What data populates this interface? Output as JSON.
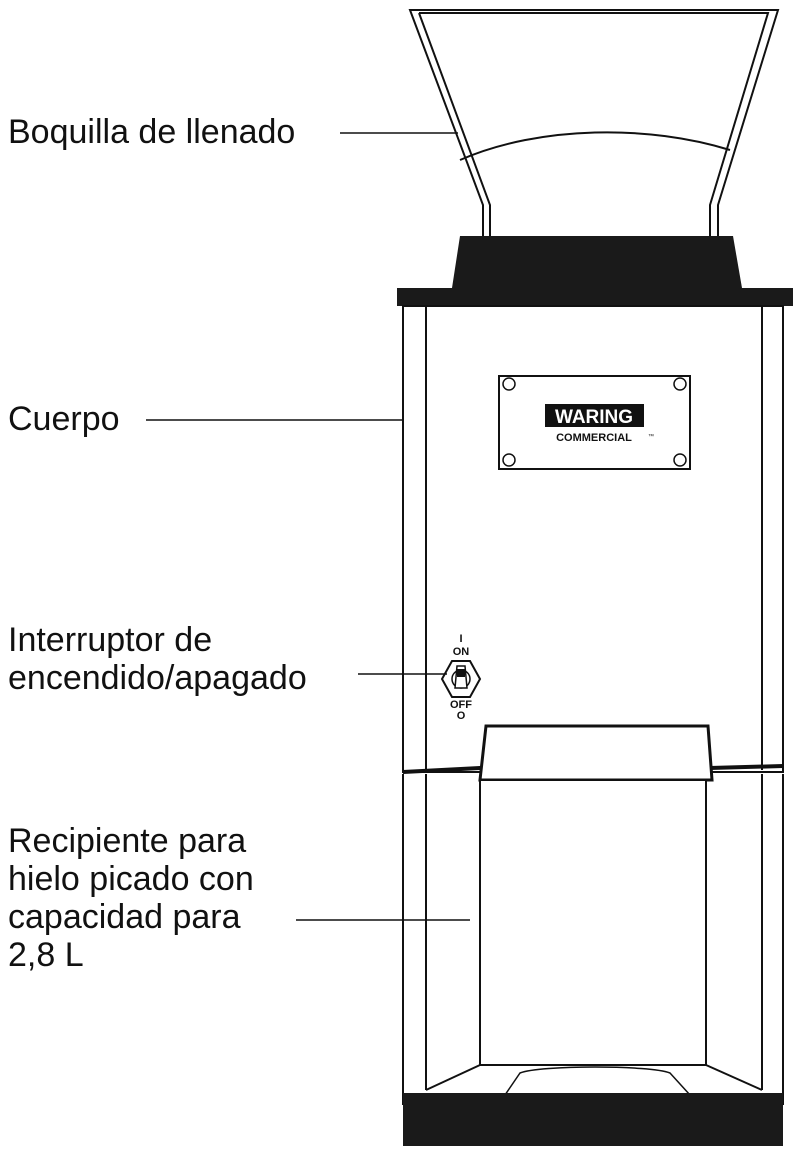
{
  "callouts": {
    "fill_spout": "Boquilla de llenado",
    "body": "Cuerpo",
    "power_switch": [
      "Interruptor de",
      "encendido/apagado"
    ],
    "ice_container": [
      "Recipiente para",
      "hielo picado con",
      "capacidad para",
      "2,8 L"
    ]
  },
  "logo": {
    "brand": "WARING",
    "subtitle": "COMMERCIAL",
    "trademark": "™"
  },
  "switch_labels": {
    "on_symbol": "I",
    "on": "ON",
    "off": "OFF",
    "off_symbol": "O"
  }
}
